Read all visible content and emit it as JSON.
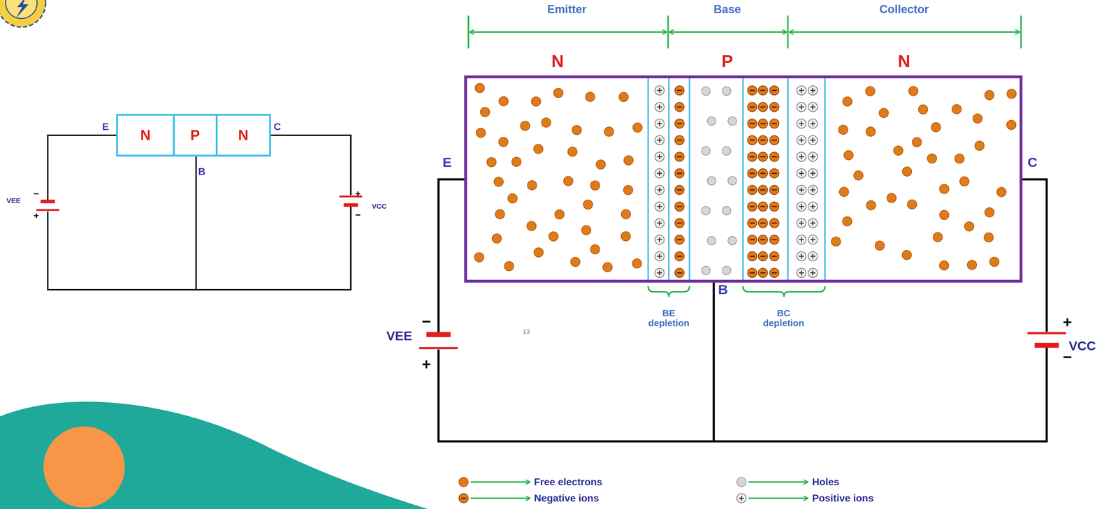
{
  "diagram": {
    "nodes": [
      {
        "text": [
          "N"
        ]
      },
      {
        "text": [
          "P"
        ]
      },
      {
        "text": [
          "N"
        ]
      }
    ],
    "labels": [
      "E",
      "C",
      "B",
      "VEE",
      "−",
      "+",
      "VCC",
      "+",
      "−",
      "Emitter",
      "Base",
      "Collector",
      "N",
      "P",
      "N",
      "E",
      "C",
      "B",
      "VEE",
      "−",
      "+",
      "VCC",
      "+",
      "−",
      "BE depletion",
      "BC depletion",
      "13"
    ],
    "legend": [
      {
        "text": "Free electrons",
        "color": "#e07b1a"
      },
      {
        "text": "Holes",
        "color": "#d6d6d6"
      },
      {
        "text": "Negative ions"
      },
      {
        "text": "Positive ions"
      }
    ]
  }
}
